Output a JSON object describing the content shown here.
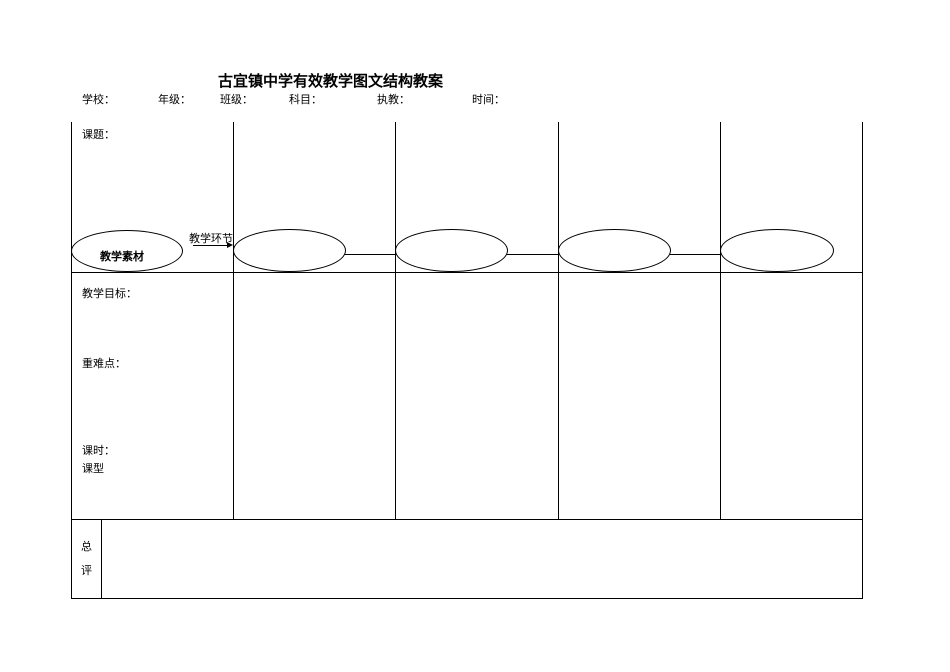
{
  "title": "古宜镇中学有效教学图文结构教案",
  "header_fields": {
    "school": "学校：",
    "grade": "年级：",
    "class": "班级：",
    "subject": "科目：",
    "teacher": "执教：",
    "time": "时间："
  },
  "topic_label": "课题：",
  "material_label": "教学素材",
  "step_label": "教学环节",
  "objective_label": "教学目标：",
  "keypoints_label": "重难点：",
  "hours_label": "课时：",
  "type_label": "课型",
  "summary_label": [
    "总",
    "评"
  ]
}
